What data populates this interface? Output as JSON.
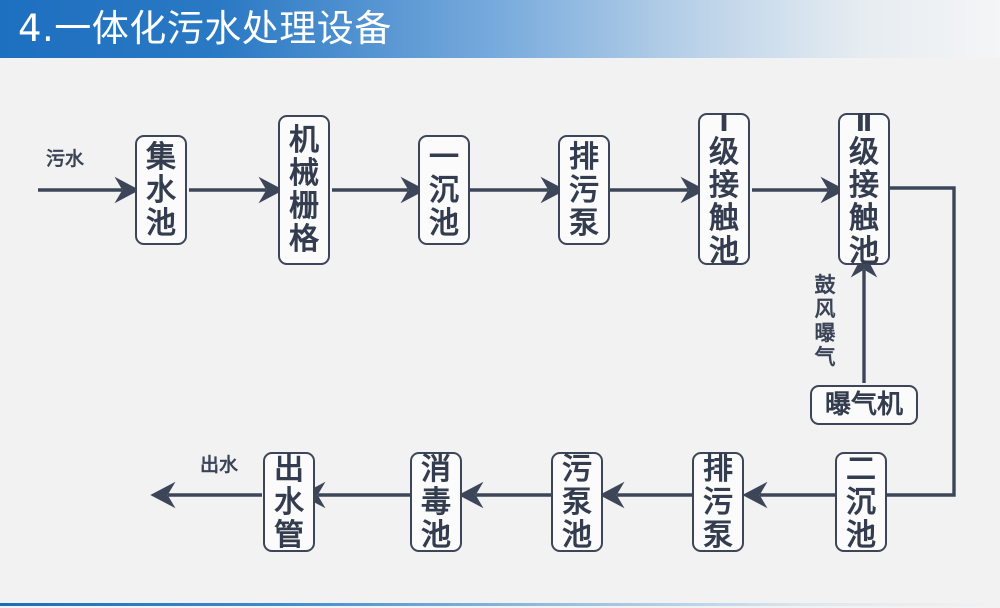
{
  "header": {
    "title": "4.一体化污水处理设备",
    "bar_color_left": "#1d6fc0",
    "bar_color_right": "#f4f5f6",
    "text_color": "#ffffff"
  },
  "canvas": {
    "background": "#f2f2f2",
    "line_color": "#3d4659",
    "box_border_color": "#3d4659",
    "box_fill_color": "#fbfbfb",
    "text_color": "#343d4f"
  },
  "labels": {
    "inlet": "污水",
    "outlet": "出水",
    "aeration": "鼓风曝气"
  },
  "nodes": {
    "collection_tank": "集水池",
    "mechanical_grille": "机械栅格",
    "primary_sedimentation": "一沉池",
    "sewage_pump_top": "排污泵",
    "contact_tank_1_num": "Ⅰ",
    "contact_tank_1": "级接触池",
    "contact_tank_2_num": "Ⅱ",
    "contact_tank_2": "级接触池",
    "aerator": "曝气机",
    "secondary_sedimentation": "二沉池",
    "sewage_pump_bottom": "排污泵",
    "sludge_pump_tank": "污泵池",
    "disinfection_tank": "消毒池",
    "outlet_pipe": "出水管"
  },
  "flow": {
    "top_row": [
      "污水",
      "集水池",
      "机械栅格",
      "一沉池",
      "排污泵",
      "Ⅰ级接触池",
      "Ⅱ级接触池"
    ],
    "bottom_row": [
      "二沉池",
      "排污泵",
      "污泵池",
      "消毒池",
      "出水管",
      "出水"
    ],
    "branch": [
      "曝气机",
      "鼓风曝气",
      "Ⅱ级接触池"
    ]
  }
}
